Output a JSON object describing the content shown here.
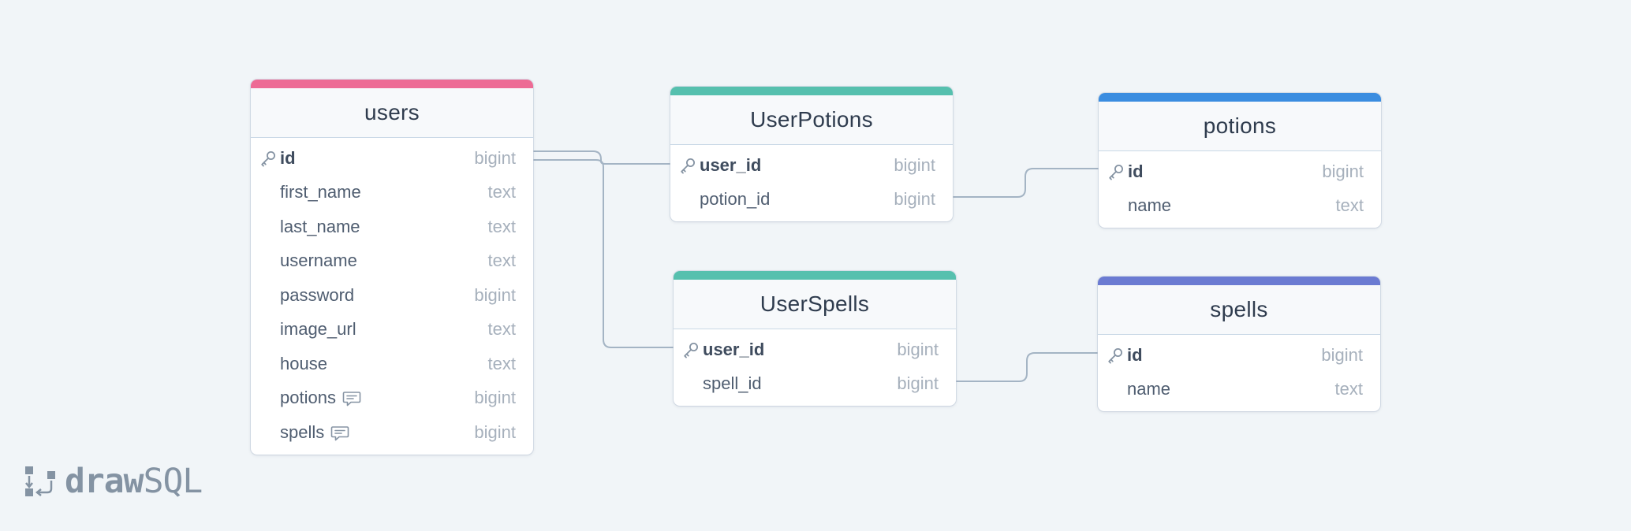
{
  "colors": {
    "background": "#f1f5f8",
    "connector": "#a4b4c4",
    "users_accent": "#ed6b95",
    "userpotions_accent": "#56c0ae",
    "potions_accent": "#3b8de0",
    "userspells_accent": "#56c0ae",
    "spells_accent": "#6b7bd2"
  },
  "tables": {
    "users": {
      "title": "users",
      "columns": [
        {
          "name": "id",
          "type": "bigint",
          "primary_key": true
        },
        {
          "name": "first_name",
          "type": "text"
        },
        {
          "name": "last_name",
          "type": "text"
        },
        {
          "name": "username",
          "type": "text"
        },
        {
          "name": "password",
          "type": "bigint"
        },
        {
          "name": "image_url",
          "type": "text"
        },
        {
          "name": "house",
          "type": "text"
        },
        {
          "name": "potions",
          "type": "bigint",
          "has_comment": true
        },
        {
          "name": "spells",
          "type": "bigint",
          "has_comment": true
        }
      ]
    },
    "userpotions": {
      "title": "UserPotions",
      "columns": [
        {
          "name": "user_id",
          "type": "bigint",
          "primary_key": true
        },
        {
          "name": "potion_id",
          "type": "bigint"
        }
      ]
    },
    "potions": {
      "title": "potions",
      "columns": [
        {
          "name": "id",
          "type": "bigint",
          "primary_key": true
        },
        {
          "name": "name",
          "type": "text"
        }
      ]
    },
    "userspells": {
      "title": "UserSpells",
      "columns": [
        {
          "name": "user_id",
          "type": "bigint",
          "primary_key": true
        },
        {
          "name": "spell_id",
          "type": "bigint"
        }
      ]
    },
    "spells": {
      "title": "spells",
      "columns": [
        {
          "name": "id",
          "type": "bigint",
          "primary_key": true
        },
        {
          "name": "name",
          "type": "text"
        }
      ]
    }
  },
  "relations": [
    {
      "from": "users.id",
      "to": "userpotions.user_id"
    },
    {
      "from": "users.id",
      "to": "userspells.user_id"
    },
    {
      "from": "userpotions.potion_id",
      "to": "potions.id"
    },
    {
      "from": "userspells.spell_id",
      "to": "spells.id"
    }
  ],
  "branding": {
    "logo_bold": "draw",
    "logo_light": "SQL",
    "icon": "drawsql-logo-icon"
  },
  "icons": {
    "primary_key": "key-icon",
    "comment": "comment-icon"
  }
}
